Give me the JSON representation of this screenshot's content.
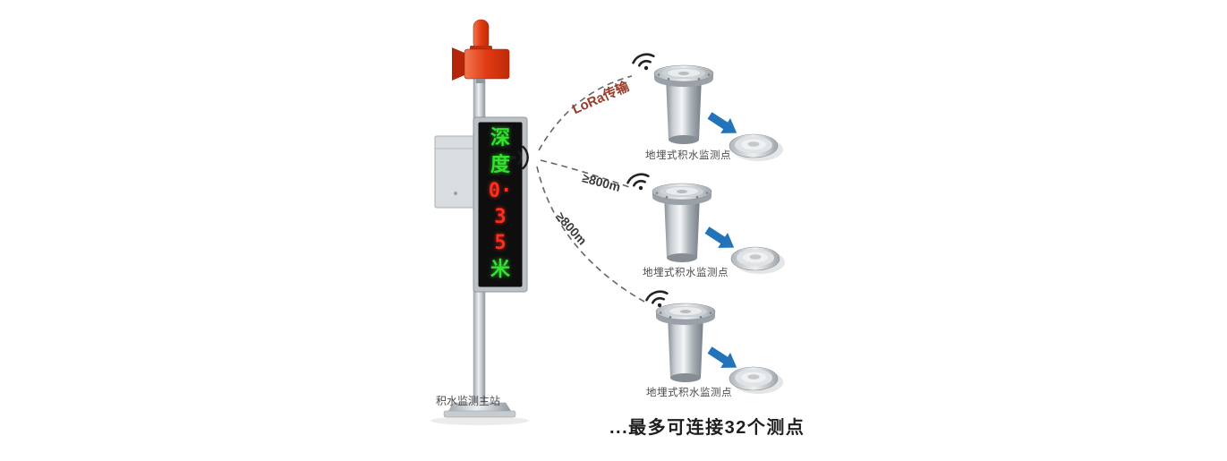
{
  "main_station": {
    "label": "积水监测主站",
    "display_chars": [
      {
        "text": "深",
        "color": "green"
      },
      {
        "text": "度",
        "color": "green"
      },
      {
        "text": "0·",
        "color": "red"
      },
      {
        "text": "3",
        "color": "red"
      },
      {
        "text": "5",
        "color": "red"
      },
      {
        "text": "米",
        "color": "green"
      }
    ]
  },
  "links": [
    {
      "label": "LoRa传输",
      "color": "#993c2b"
    },
    {
      "label": "≥800m",
      "color": "#3a3a3a"
    },
    {
      "label": "≥800m",
      "color": "#3a3a3a"
    }
  ],
  "sensors": [
    {
      "label": "地埋式积水监测点"
    },
    {
      "label": "地埋式积水监测点"
    },
    {
      "label": "地埋式积水监测点"
    }
  ],
  "caption": "...最多可连接32个测点",
  "icons": {
    "main_station_signal": "rf-emitter-icon",
    "sensor_signal": "wifi-icon",
    "sensor_to_probe": "blue-arrow-icon",
    "alarm": "beacon-horn-icon"
  },
  "colors": {
    "alarm_red": "#d93511",
    "led_green": "#35e02f",
    "led_red": "#ff2d1e",
    "arrow_blue": "#2273ba",
    "link_line_gray": "#60666b",
    "steel_light": "#f2f4f6",
    "steel_dark": "#7c828a"
  }
}
